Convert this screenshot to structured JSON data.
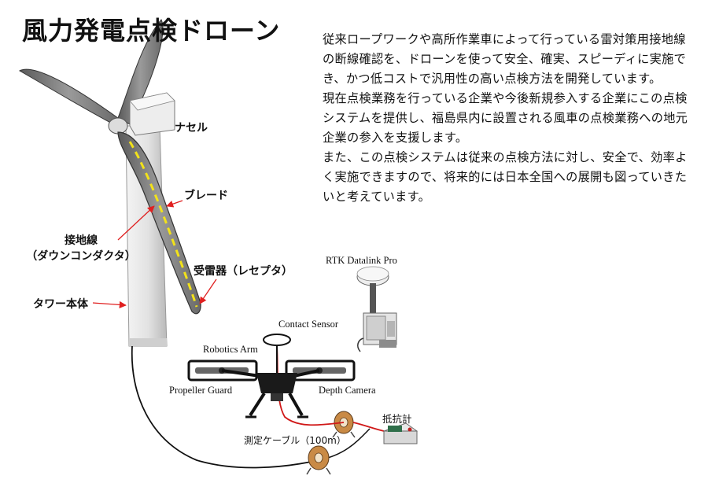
{
  "title": "風力発電点検ドローン",
  "description": [
    "従来ロープワークや高所作業車によって行っている雷対策用接地線の断線確認を、ドローンを使って安全、確実、スピーディに実施でき、かつ低コストで汎用性の高い点検方法を開発しています。",
    "現在点検業務を行っている企業や今後新規参入する企業にこの点検システムを提供し、福島県内に設置される風車の点検業務への地元企業の参入を支援します。",
    "また、この点検システムは従来の点検方法に対し、安全で、効率よく実施できますので、将来的には日本全国への展開も図っていきたいと考えています。"
  ],
  "turbine_labels": {
    "nacelle": "ナセル",
    "blade": "ブレード",
    "ground_wire_1": "接地線",
    "ground_wire_2": "（ダウンコンダクタ）",
    "receptor": "受雷器（レセプタ）",
    "tower": "タワー本体"
  },
  "equipment_labels": {
    "rtk": "RTK Datalink Pro",
    "contact_sensor": "Contact Sensor",
    "robotics_arm": "Robotics Arm",
    "propeller_guard": "Propeller Guard",
    "depth_camera": "Depth Camera",
    "resistance_meter": "抵抗計",
    "cable": "測定ケーブル（100m）"
  },
  "colors": {
    "arrow": "#e02020",
    "conductor": "#f2e21a",
    "tower": "#e6e6e6",
    "blade": "#8a8a8a"
  }
}
